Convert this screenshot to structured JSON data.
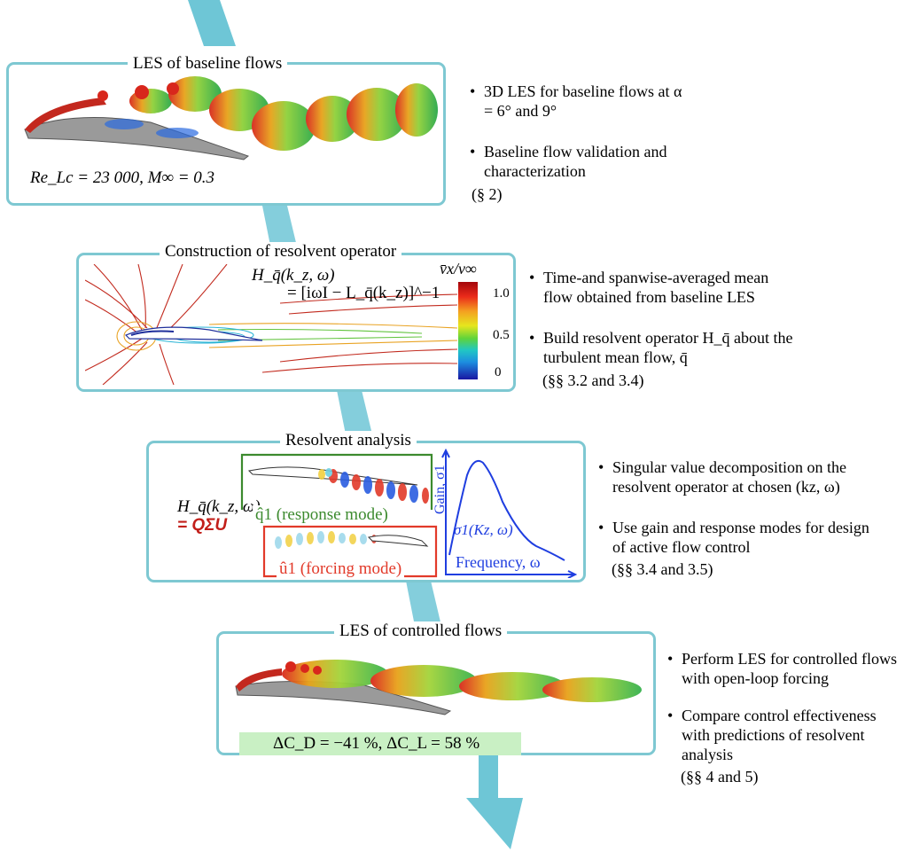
{
  "stage1": {
    "title": "LES of baseline flows",
    "params": "Re_Lc = 23 000, M∞ = 0.3",
    "bullets": [
      "3D LES for baseline flows at α = 6° and 9°",
      "Baseline flow validation and characterization"
    ],
    "ref": "(§ 2)"
  },
  "stage2": {
    "title": "Construction of resolvent operator",
    "eq_line1": "H_q̄(k_z, ω)",
    "eq_line2": "= [iωI − L_q̄(k_z)]^−1",
    "colorbar_label": "v̄x/v∞",
    "colorbar_ticks": [
      "1.0",
      "0.5",
      "0"
    ],
    "bullets": [
      "Time-and spanwise-averaged mean flow obtained from baseline LES",
      "Build resolvent operator H_q̄ about the turbulent mean flow, q̄"
    ],
    "ref": "(§§ 3.2 and 3.4)"
  },
  "stage3": {
    "title": "Resolvent analysis",
    "svd_lhs": "H_q̄(k_z, ω)",
    "svd_rhs": "= QΣU",
    "response_label": "q̂1 (response mode)",
    "forcing_label": "û1 (forcing mode)",
    "gain_axis": "Gain, σ1",
    "freq_axis": "Frequency, ω",
    "curve_label": "σ1(Kz, ω)",
    "bullets": [
      "Singular value decomposition on the resolvent operator at chosen (kz, ω)",
      "Use gain and response modes for design of active flow control"
    ],
    "ref": "(§§ 3.4 and 3.5)"
  },
  "stage4": {
    "title": "LES of controlled flows",
    "result": "ΔC_D = −41 %, ΔC_L = 58 %",
    "bullets": [
      "Perform LES for controlled flows with open-loop forcing",
      "Compare control effectiveness with predictions of resolvent analysis"
    ],
    "ref": "(§§ 4 and 5)"
  },
  "colors": {
    "arrow": "#6ec6d6",
    "panel_border": "#7ec8d2",
    "response_box": "#3c8a2e",
    "forcing_box": "#e23a2a",
    "gain_plot": "#1f3ee0",
    "result_bg": "#c9f0c4"
  }
}
